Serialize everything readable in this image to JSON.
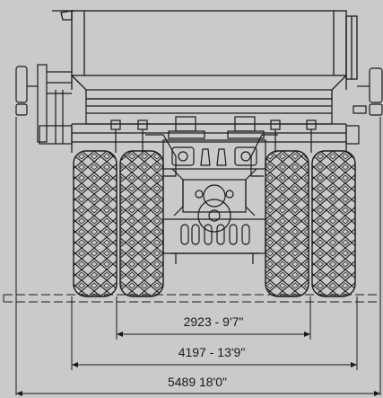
{
  "dimensions": [
    {
      "id": "inner-track",
      "label": "2923 - 9'7\""
    },
    {
      "id": "outer-track",
      "label": "4197 - 13'9\""
    },
    {
      "id": "overall-width",
      "label": "5489 18'0\""
    }
  ],
  "colors": {
    "background": "#c9cacc",
    "line": "#1a1a1a"
  }
}
